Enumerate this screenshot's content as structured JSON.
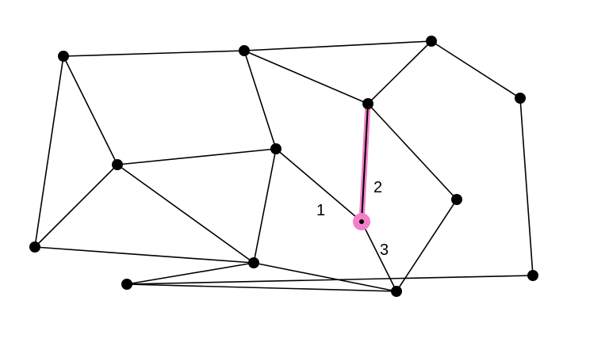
{
  "graph": {
    "nodes": [
      {
        "id": "n1"
      },
      {
        "id": "n2"
      },
      {
        "id": "n3"
      },
      {
        "id": "n4"
      },
      {
        "id": "n5"
      },
      {
        "id": "n6"
      },
      {
        "id": "n7"
      },
      {
        "id": "n8"
      },
      {
        "id": "n9"
      },
      {
        "id": "n10"
      },
      {
        "id": "n11"
      },
      {
        "id": "n12"
      },
      {
        "id": "n13"
      },
      {
        "id": "n14"
      },
      {
        "id": "n15"
      }
    ],
    "edges": [
      [
        "n1",
        "n2"
      ],
      [
        "n2",
        "n3"
      ],
      [
        "n3",
        "n4"
      ],
      [
        "n4",
        "n11"
      ],
      [
        "n11",
        "n14"
      ],
      [
        "n14",
        "n10"
      ],
      [
        "n10",
        "n13"
      ],
      [
        "n13",
        "n1"
      ],
      [
        "n1",
        "n6"
      ],
      [
        "n6",
        "n13"
      ],
      [
        "n6",
        "n10"
      ],
      [
        "n6",
        "n7"
      ],
      [
        "n7",
        "n2"
      ],
      [
        "n2",
        "n5"
      ],
      [
        "n5",
        "n3"
      ],
      [
        "n7",
        "n10"
      ],
      [
        "n7",
        "n8"
      ],
      [
        "n5",
        "n8"
      ],
      [
        "n5",
        "n12"
      ],
      [
        "n12",
        "n9"
      ],
      [
        "n9",
        "n14"
      ],
      [
        "n10",
        "n9"
      ],
      [
        "n8",
        "n9"
      ]
    ],
    "highlighted_edge": [
      "n5",
      "n8"
    ],
    "highlighted_node": "n8",
    "edge_labels": [
      "1",
      "2",
      "3"
    ],
    "colors": {
      "highlight": "#f280c8",
      "node": "#000000",
      "edge": "#000000"
    }
  }
}
